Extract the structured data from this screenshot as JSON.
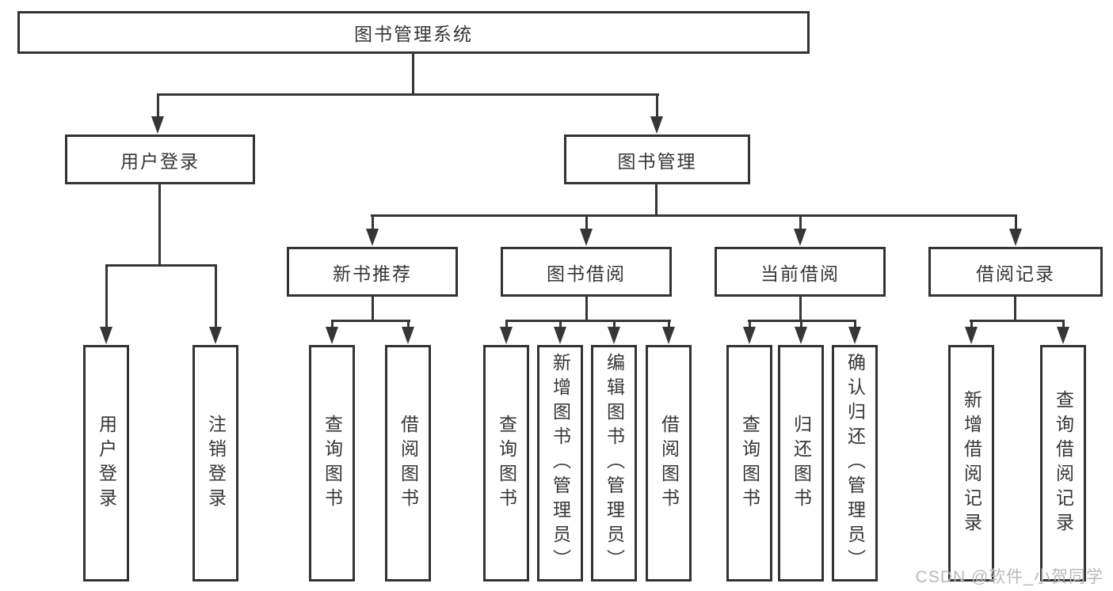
{
  "tree": {
    "root": {
      "label": "图书管理系统"
    },
    "branches": [
      {
        "label": "用户登录",
        "children": [
          {
            "label": "用户登录"
          },
          {
            "label": "注销登录"
          }
        ]
      },
      {
        "label": "图书管理",
        "children": [
          {
            "label": "新书推荐",
            "children": [
              {
                "label": "查询图书"
              },
              {
                "label": "借阅图书"
              }
            ]
          },
          {
            "label": "图书借阅",
            "children": [
              {
                "label": "查询图书"
              },
              {
                "label": "新增图书（管理员）"
              },
              {
                "label": "编辑图书（管理员）"
              },
              {
                "label": "借阅图书"
              }
            ]
          },
          {
            "label": "当前借阅",
            "children": [
              {
                "label": "查询图书"
              },
              {
                "label": "归还图书"
              },
              {
                "label": "确认归还（管理员）"
              }
            ]
          },
          {
            "label": "借阅记录",
            "children": [
              {
                "label": "新增借阅记录"
              },
              {
                "label": "查询借阅记录"
              }
            ]
          }
        ]
      }
    ]
  },
  "watermark": {
    "text": "CSDN @软件_小贺同学"
  },
  "colors": {
    "line": "#363636",
    "text": "#363636",
    "background": "#ffffff",
    "watermark": "#b9b9b9"
  }
}
